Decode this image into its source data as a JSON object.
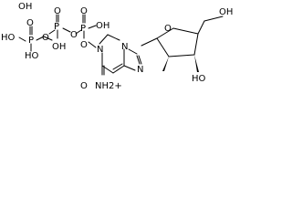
{
  "molecule": {
    "atoms": {
      "oh_1": "OH",
      "p_1": "P",
      "o_1": "O",
      "o_2": "O",
      "ho_1": "HO",
      "p_2": "P",
      "o_3": "O",
      "o_4": "O",
      "oh_2": "OH",
      "p_3": "P",
      "o_5": "O",
      "oh_3": "OH",
      "ho_2": "HO",
      "o_6": "O",
      "n_1": "N",
      "n_2": "N",
      "n_3": "N",
      "o_7": "O",
      "nh2_plus": "NH2+",
      "ho_3": "HO",
      "o_ring": "O",
      "oh_4": "OH"
    }
  }
}
